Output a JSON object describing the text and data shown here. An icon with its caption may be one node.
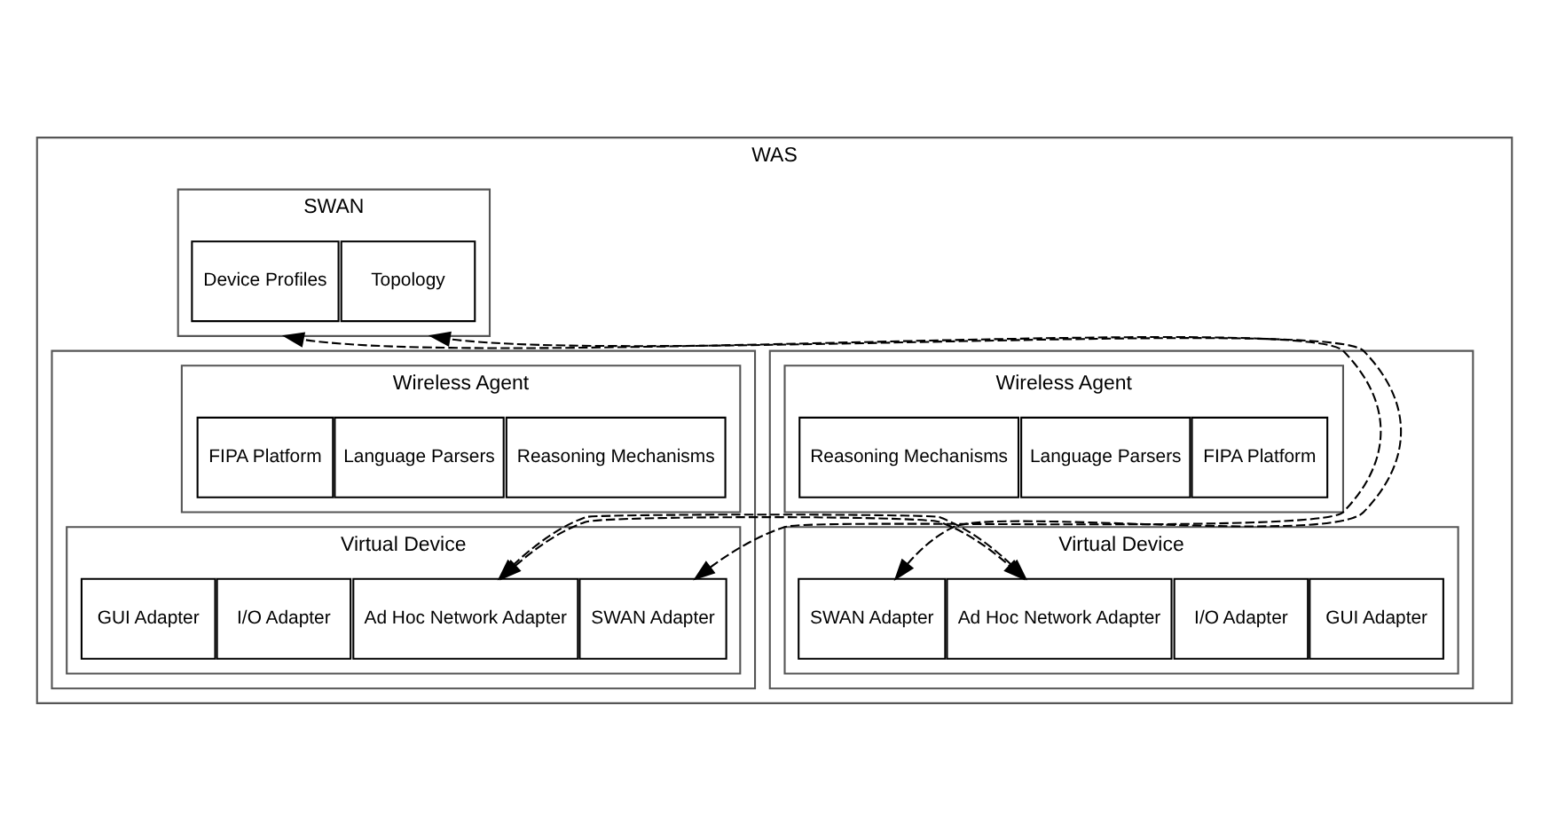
{
  "diagram": {
    "nodes": [
      {
        "text": [
          "WAS"
        ]
      },
      {
        "text": [
          "SWAN"
        ],
        "in": 0
      },
      {
        "text": [
          "Device Profiles"
        ],
        "in": 1
      },
      {
        "text": [
          "Topology"
        ],
        "in": 1
      },
      {
        "text": [],
        "shape": "box",
        "in": 0
      },
      {
        "text": [
          "Wireless Agent"
        ],
        "in": 4
      },
      {
        "text": [
          "FIPA Platform"
        ],
        "in": 5
      },
      {
        "text": [
          "Language Parsers"
        ],
        "in": 5
      },
      {
        "text": [
          "Reasoning Mechanisms"
        ],
        "in": 5
      },
      {
        "text": [
          "Virtual Device"
        ],
        "in": 4
      },
      {
        "text": [
          "GUI Adapter"
        ],
        "in": 9
      },
      {
        "text": [
          "I/O Adapter"
        ],
        "in": 9
      },
      {
        "text": [
          "Ad Hoc Network Adapter"
        ],
        "in": 9
      },
      {
        "text": [
          "SWAN Adapter"
        ],
        "in": 9
      },
      {
        "text": [],
        "shape": "box",
        "in": 0
      },
      {
        "text": [
          "Wireless Agent"
        ],
        "in": 14
      },
      {
        "text": [
          "Reasoning Mechanisms"
        ],
        "in": 15
      },
      {
        "text": [
          "Language Parsers"
        ],
        "in": 15
      },
      {
        "text": [
          "FIPA Platform"
        ],
        "in": 15
      },
      {
        "text": [
          "Virtual Device"
        ],
        "in": 14
      },
      {
        "text": [
          "SWAN Adapter"
        ],
        "in": 19
      },
      {
        "text": [
          "Ad Hoc Network Adapter"
        ],
        "in": 19
      },
      {
        "text": [
          "I/O Adapter"
        ],
        "in": 19
      },
      {
        "text": [
          "GUI Adapter"
        ],
        "in": 19
      }
    ],
    "edges": [
      {
        "from": 13,
        "to": 1,
        "arrow": "both",
        "style": "dashed"
      },
      {
        "from": 20,
        "to": 1,
        "arrow": "both",
        "style": "dashed"
      },
      {
        "from": 12,
        "to": 21,
        "arrow": "both",
        "style": "dashed"
      }
    ]
  }
}
